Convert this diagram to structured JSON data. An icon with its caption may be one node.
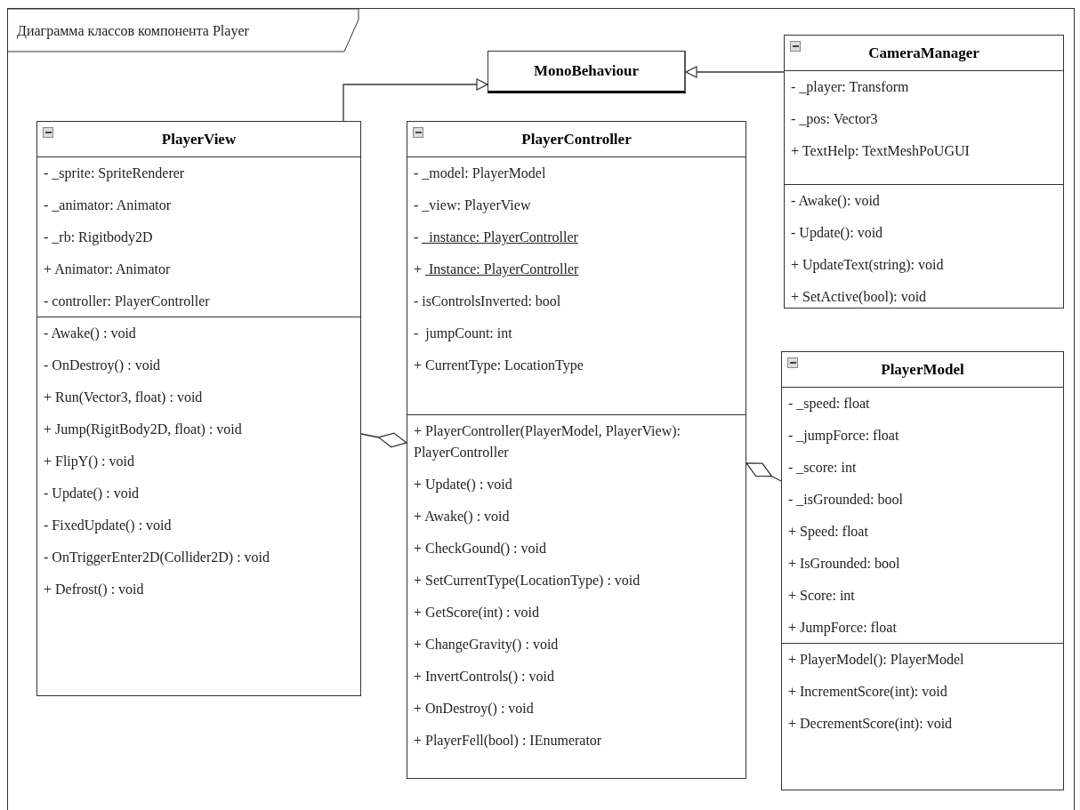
{
  "diagram": {
    "nodes": [
      {
        "text": [
          "Диаграмма классов компонента Player"
        ]
      },
      {
        "text": [
          "MonoBehaviour"
        ],
        "in": 0
      },
      {
        "text": [
          "PlayerView"
        ],
        "in": 0
      },
      {
        "text": [
          "- _sprite: SpriteRenderer",
          "- _animator: Animator",
          "- _rb: Rigitbody2D",
          "+ Animator: Animator",
          "- controller: PlayerController"
        ],
        "in": 2
      },
      {
        "text": [
          "- Awake() : void",
          "- OnDestroy() : void",
          "+ Run(Vector3, float) : void",
          "+ Jump(RigitBody2D, float) : void",
          "+ FlipY() : void",
          "- Update() : void",
          "- FixedUpdate() : void",
          "- OnTriggerEnter2D(Collider2D) : void",
          "+ Defrost() : void"
        ],
        "in": 2
      },
      {
        "text": [
          "PlayerController"
        ],
        "in": 0
      },
      {
        "text": [
          "- _model: PlayerModel",
          "- _view: PlayerView",
          "- _instance: PlayerController",
          "+  Instance: PlayerController",
          "- isControlsInverted: bool",
          "-  jumpCount: int",
          "+ CurrentType: LocationType"
        ],
        "in": 5
      },
      {
        "text": [
          "+ PlayerController(PlayerModel, PlayerView): PlayerController",
          "+ Update() : void",
          "+ Awake() : void",
          "+ CheckGound() : void",
          "+ SetCurrentType(LocationType) : void",
          "+ GetScore(int) : void",
          "+ ChangeGravity() : void",
          "+ InvertControls() : void",
          "+ OnDestroy() : void",
          "+ PlayerFell(bool) : IEnumerator"
        ],
        "in": 5
      },
      {
        "text": [
          "CameraManager"
        ],
        "in": 0
      },
      {
        "text": [
          "- _player: Transform",
          "- _pos: Vector3",
          "+ TextHelp: TextMeshPoUGUI"
        ],
        "in": 8
      },
      {
        "text": [
          "- Awake(): void",
          "- Update(): void",
          "+ UpdateText(string): void",
          "+ SetActive(bool): void"
        ],
        "in": 8
      },
      {
        "text": [
          "PlayerModel"
        ],
        "in": 0
      },
      {
        "text": [
          "- _speed: float",
          "- _jumpForce: float",
          "- _score: int",
          "- _isGrounded: bool",
          "+ Speed: float",
          "+ IsGrounded: bool",
          "+ Score: int",
          "+ JumpForce: float"
        ],
        "in": 11
      },
      {
        "text": [
          "+ PlayerModel(): PlayerModel",
          "+ IncrementScore(int): void",
          "+ DecrementScore(int): void"
        ],
        "in": 11
      }
    ],
    "edges": [
      {
        "from": 2,
        "to": 1,
        "arrow": "to"
      },
      {
        "from": 8,
        "to": 1,
        "arrow": "to"
      },
      {
        "from": 2,
        "to": 5,
        "arrow": "other"
      },
      {
        "from": 11,
        "to": 5,
        "arrow": "other"
      }
    ]
  }
}
